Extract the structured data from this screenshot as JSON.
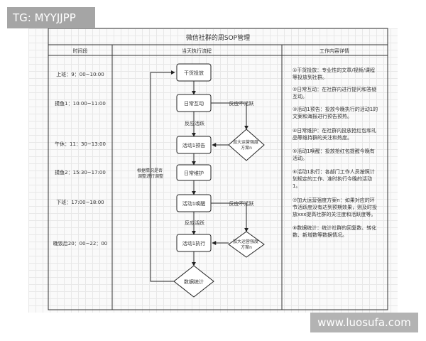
{
  "watermark_top": "TG: MYYJJPP",
  "watermark_bottom": "www.luosufa.com",
  "diagram": {
    "title": "微信社群的周SOP管理",
    "col_headers": [
      "时间段",
      "当天执行流程",
      "工作内容详情"
    ],
    "time_slots": [
      "上班：9：00~10:00",
      "摸鱼1：10:00~11:00",
      "午休：11：30~13:00",
      "摸鱼2：15:30~17:00",
      "下班：17:00~18:00",
      "晚饭后20：00~22：00"
    ],
    "process_steps": [
      "干货投放",
      "日常互动",
      "活动1预告",
      "日常维护",
      "活动1唤醒",
      "活动1执行"
    ],
    "decisions": [
      "加大运营强度\n方案n",
      "加大运营强度\n方案n",
      "数据统计"
    ],
    "edge_labels": [
      "反应不活跃",
      "反应活跃",
      "反应不活跃",
      "反应活跃"
    ],
    "feedback_label": "根据情况是否\n调整进行调整",
    "details": [
      "①干货投放：专业性的文章/视频/课程\n等投放到社群。",
      "②日常互动：在社群内进行提问和答疑\n互动。",
      "③活动1预告：投放今晚执行的活动1的\n文案和海报进行预告预热。",
      "④日常维护：在社群内投放抢红包和礼\n品等维持群的关注和热度。",
      "⑤活动1唤醒：投放抢红包提醒今晚有\n活动。",
      "⑥活动1执行：各部门工作人员按照计\n划规定的工作、准时执行今晚的活动\n1。",
      "⑦加大运营强度方案n：如果对应的环\n节活跃度没有达到预期效果，则及时投\n放xxx提高社群的关注度和活跃度等。",
      "⑧数据统计：统计社群的回复数、转化\n数、新增数等数据情况。"
    ]
  }
}
